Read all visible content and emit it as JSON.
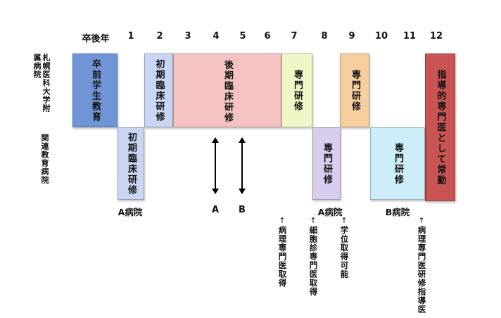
{
  "years": {
    "label": "卒後年",
    "numbers": [
      "1",
      "2",
      "3",
      "4",
      "5",
      "6",
      "7",
      "8",
      "9",
      "10",
      "11",
      "12"
    ]
  },
  "rows": {
    "university": "札幌医科大学附属病院",
    "related": "関連教育病院"
  },
  "blocks": {
    "pre_grad": "卒前学生教育",
    "initial_univ": "初期臨床研修",
    "later": "後期臨床研修",
    "specialty_univ_1": "専門研修",
    "specialty_univ_2": "専門研修",
    "initial_related": "初期臨床研修",
    "specialty_related_a": "専門研修",
    "specialty_related_b": "専門研修",
    "instructor": "指導的専門医として常勤"
  },
  "hospitals": {
    "a1": "A病院",
    "a2": "A病院",
    "b": "B病院"
  },
  "points": {
    "a": "A",
    "b": "B"
  },
  "milestones": {
    "pathology": "病理専門医取得",
    "cytology": "細胞診専門医取得",
    "degree": "学位取得可能",
    "instructor": "病理専門医研修指導医"
  },
  "colors": {
    "pre_grad": "#6f95d6",
    "initial": "#c9d5f3",
    "later": "#f5c4c2",
    "specialty_green": "#eef7c5",
    "specialty_orange": "#f7cf9f",
    "specialty_purple": "#d9cdef",
    "specialty_cyan": "#cdeef8",
    "instructor": "#c85454"
  }
}
